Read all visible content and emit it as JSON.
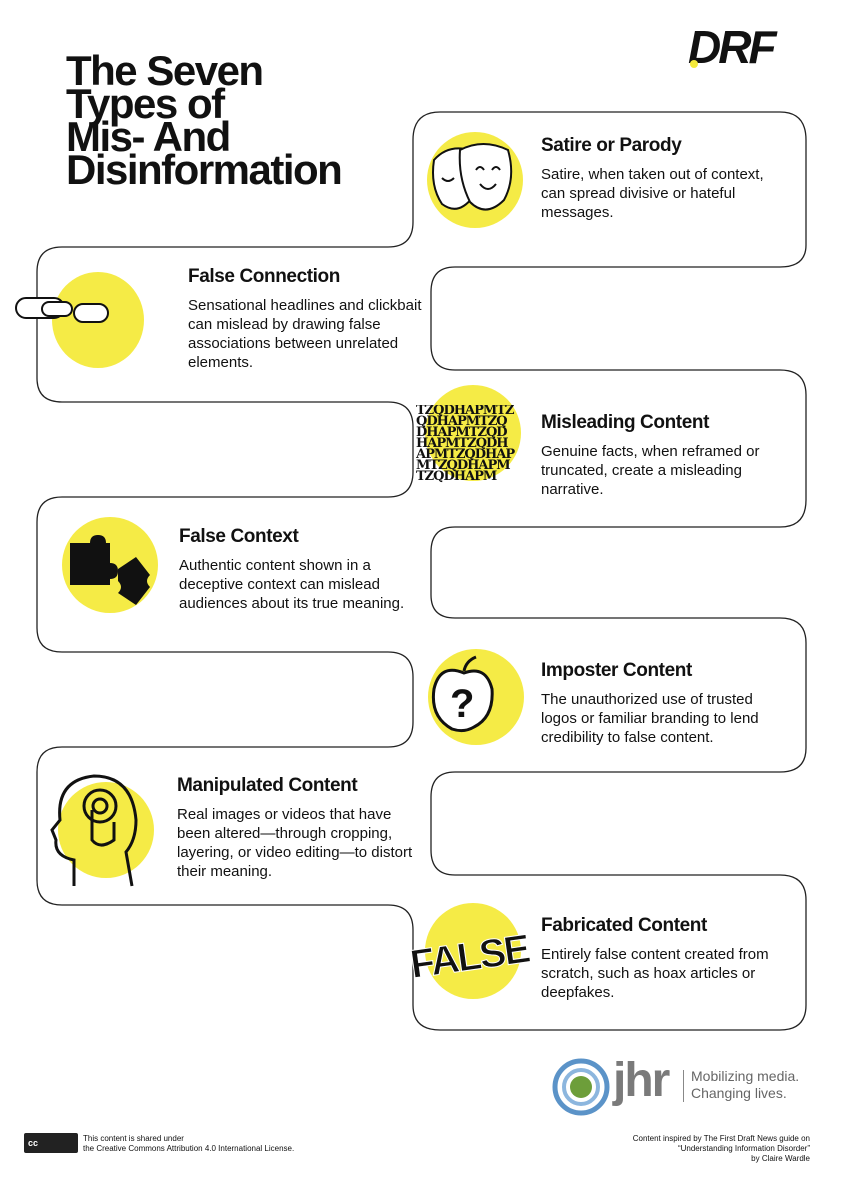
{
  "brand": {
    "logo_text": "DRF",
    "accent_color": "#f4ea3c"
  },
  "title": [
    "The Seven",
    "Types of",
    "Mis- And",
    "Disinformation"
  ],
  "cards": [
    {
      "title": "Satire or Parody",
      "body": "Satire, when taken out of context, can spread divisive or hateful messages.",
      "icon": "theater-masks-icon"
    },
    {
      "title": "False Connection",
      "body": "Sensational headlines and clickbait can mislead by drawing false associations between unrelated elements.",
      "icon": "broken-chain-icon"
    },
    {
      "title": "Misleading Content",
      "body": "Genuine facts, when reframed or truncated, create a misleading narrative.",
      "icon": "jumbled-letters-icon"
    },
    {
      "title": "False Context",
      "body": "Authentic content shown in a deceptive context can mislead audiences about its true meaning.",
      "icon": "puzzle-icon"
    },
    {
      "title": "Imposter Content",
      "body": "The unauthorized use of trusted logos or familiar branding to lend credibility to false content.",
      "icon": "question-apple-icon"
    },
    {
      "title": "Manipulated Content",
      "body": "Real images or videos that have been altered—through cropping, layering, or video editing—to distort their meaning.",
      "icon": "head-touch-icon"
    },
    {
      "title": "Fabricated Content",
      "body": "Entirely false content created from scratch, such as hoax articles or deepfakes.",
      "icon": "false-stamp-icon"
    }
  ],
  "icon_text": {
    "false_stamp": "FALSE",
    "letters": "TZQDHAPM"
  },
  "partner": {
    "logo_text": "jhr",
    "tagline_1": "Mobilizing media.",
    "tagline_2": "Changing lives."
  },
  "footer": {
    "license_line_1": "This content is shared under",
    "license_line_2": "the Creative Commons Attribution 4.0 International License.",
    "cc_badge": "cc",
    "credit_line_1": "Content inspired by The First Draft News guide on",
    "credit_line_2": "“Understanding Information Disorder”",
    "credit_line_3": "by Claire Wardle"
  }
}
